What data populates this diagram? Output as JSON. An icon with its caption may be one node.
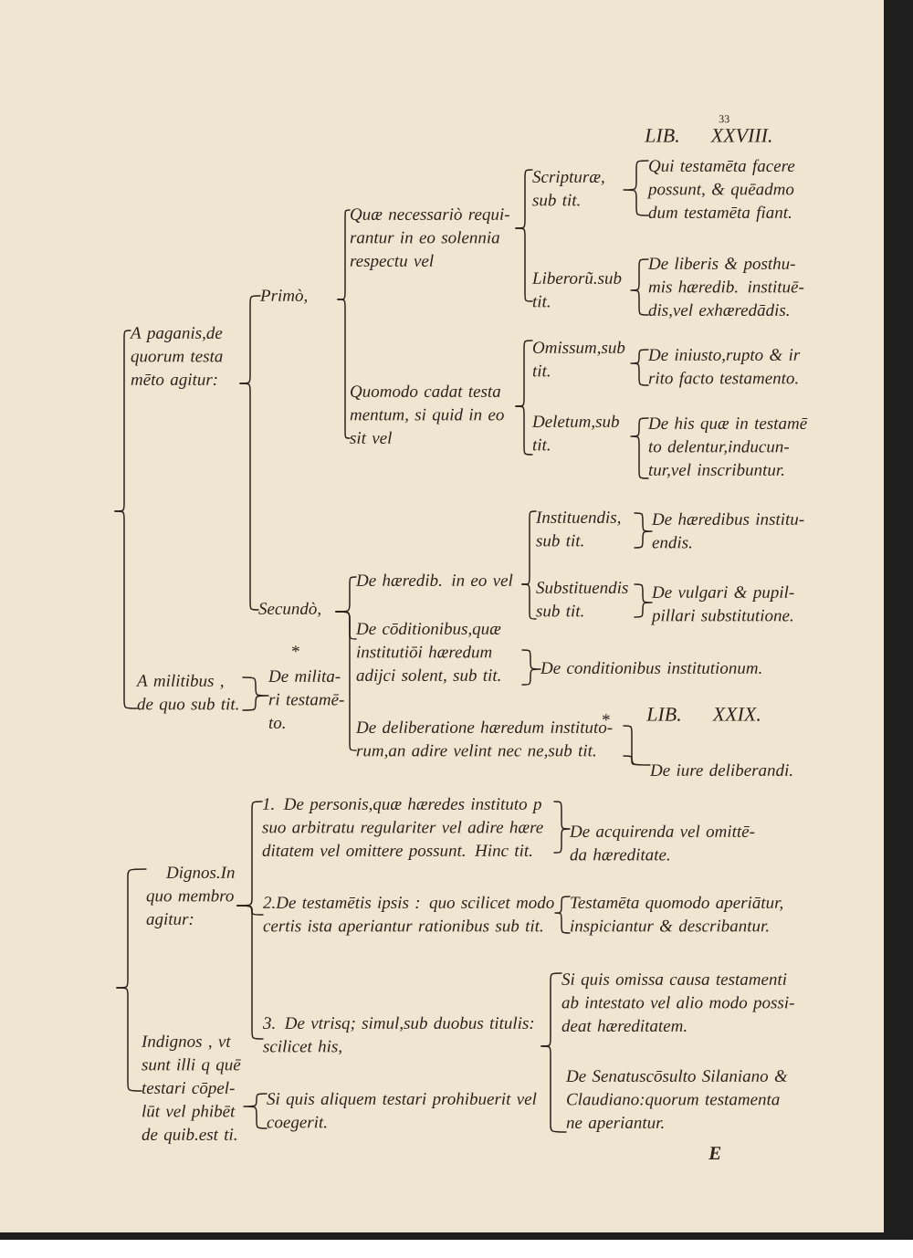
{
  "diagram": {
    "nodes": [
      {
        "text": [
          "A paganis,de quorum testa mēto agitur:"
        ]
      },
      {
        "text": [
          "Primò,"
        ]
      },
      {
        "text": [
          "Quæ necessariò requi- rantur in eo solennia respectu vel"
        ]
      },
      {
        "text": [
          "Scripturæ, sub tit."
        ]
      },
      {
        "text": [
          "Qui testamēta facere possunt, & quēadmo dum testamēta fiant."
        ]
      },
      {
        "text": [
          "Liberorũ.sub tit."
        ]
      },
      {
        "text": [
          "De liberis & posthu- mis hæredib. instituē- dis,vel exhæredādis."
        ]
      },
      {
        "text": [
          "Quomodo cadat testa mentum, si quid in eo sit vel"
        ]
      },
      {
        "text": [
          "Omissum,sub tit."
        ]
      },
      {
        "text": [
          "De iniusto,rupto & ir rito facto testamento."
        ]
      },
      {
        "text": [
          "Deletum,sub tit."
        ]
      },
      {
        "text": [
          "De his quæ in testamē to delentur,inducun- tur,vel inscribuntur."
        ]
      },
      {
        "text": [
          "Secundò,"
        ]
      },
      {
        "text": [
          "De hæredib. in eo vel"
        ]
      },
      {
        "text": [
          "Instituendis, sub tit."
        ]
      },
      {
        "text": [
          "De hæredibus institu- endis."
        ]
      },
      {
        "text": [
          "Substituendis sub tit."
        ]
      },
      {
        "text": [
          "De vulgari & pupil- pillari substitutione."
        ]
      },
      {
        "text": [
          "De cōditionibus,quæ institutiōi hæredum adijci solent, sub tit."
        ]
      },
      {
        "text": [
          "De conditionibus institutionum."
        ]
      },
      {
        "text": [
          "De deliberatione hæredum instituto- rum,an adire velint nec ne,sub tit."
        ]
      },
      {
        "text": [
          "De iure deliberandi."
        ]
      },
      {
        "text": [
          "A militibus , de quo sub tit."
        ]
      },
      {
        "text": [
          "De milita- ri testamē- to."
        ]
      },
      {
        "text": [
          "Dignos.In quo membro agitur:"
        ]
      },
      {
        "text": [
          "1. De personis,quæ hæredes instituto p suo arbitratu regulariter vel adire hære ditatem vel omittere possunt. Hinc tit."
        ]
      },
      {
        "text": [
          "De acquirenda vel omittē- da hæreditate."
        ]
      },
      {
        "text": [
          "2.De testamētis ipsis : quo scilicet modo certis ista aperiantur rationibus sub tit."
        ]
      },
      {
        "text": [
          "Testamēta quomodo aperiātur, inspiciantur & describantur."
        ]
      },
      {
        "text": [
          "3. De vtrisq; simul,sub duobus titulis: scilicet his,"
        ]
      },
      {
        "text": [
          "Si quis omissa causa testamenti ab intestato vel alio modo possi- deat hæreditatem."
        ]
      },
      {
        "text": [
          "De Senatuscōsulto Silaniano & Claudiano:quorum testamenta ne aperiantur."
        ]
      },
      {
        "text": [
          "Indignos , vt sunt illi q quē testari cōpel- lūt vel phibēt de quib.est ti."
        ]
      },
      {
        "text": [
          "Si quis aliquem testari prohibuerit vel coegerit."
        ]
      }
    ],
    "edges": [
      {
        "from": null,
        "to": 0,
        "arrow": "none"
      },
      {
        "from": null,
        "to": 22,
        "arrow": "none"
      },
      {
        "from": 0,
        "to": 1,
        "arrow": "none"
      },
      {
        "from": 0,
        "to": 12,
        "arrow": "none"
      },
      {
        "from": 1,
        "to": 2,
        "arrow": "none"
      },
      {
        "from": 1,
        "to": 7,
        "arrow": "none"
      },
      {
        "from": 2,
        "to": 3,
        "arrow": "none"
      },
      {
        "from": 2,
        "to": 5,
        "arrow": "none"
      },
      {
        "from": 3,
        "to": 4,
        "arrow": "none"
      },
      {
        "from": 5,
        "to": 6,
        "arrow": "none"
      },
      {
        "from": 7,
        "to": 8,
        "arrow": "none"
      },
      {
        "from": 7,
        "to": 10,
        "arrow": "none"
      },
      {
        "from": 8,
        "to": 9,
        "arrow": "none"
      },
      {
        "from": 10,
        "to": 11,
        "arrow": "none"
      },
      {
        "from": 12,
        "to": 13,
        "arrow": "none"
      },
      {
        "from": 12,
        "to": 18,
        "arrow": "none"
      },
      {
        "from": 12,
        "to": 20,
        "arrow": "none"
      },
      {
        "from": 13,
        "to": 14,
        "arrow": "none"
      },
      {
        "from": 13,
        "to": 16,
        "arrow": "none"
      },
      {
        "from": 14,
        "to": 15,
        "arrow": "none"
      },
      {
        "from": 16,
        "to": 17,
        "arrow": "none"
      },
      {
        "from": 18,
        "to": 19,
        "arrow": "none"
      },
      {
        "from": 20,
        "to": 21,
        "arrow": "none"
      },
      {
        "from": 22,
        "to": 23,
        "arrow": "none"
      },
      {
        "from": null,
        "to": 24,
        "arrow": "none"
      },
      {
        "from": null,
        "to": 32,
        "arrow": "none"
      },
      {
        "from": 24,
        "to": 25,
        "arrow": "none"
      },
      {
        "from": 24,
        "to": 27,
        "arrow": "none"
      },
      {
        "from": 24,
        "to": 29,
        "arrow": "none"
      },
      {
        "from": 25,
        "to": 26,
        "arrow": "none"
      },
      {
        "from": 27,
        "to": 28,
        "arrow": "none"
      },
      {
        "from": 29,
        "to": 30,
        "arrow": "none"
      },
      {
        "from": 29,
        "to": 31,
        "arrow": "none"
      },
      {
        "from": 32,
        "to": 33,
        "arrow": "none"
      }
    ],
    "labels": [
      "33",
      "LIB. XXVIII.",
      "*",
      "*",
      "LIB. XXIX.",
      "E"
    ]
  }
}
